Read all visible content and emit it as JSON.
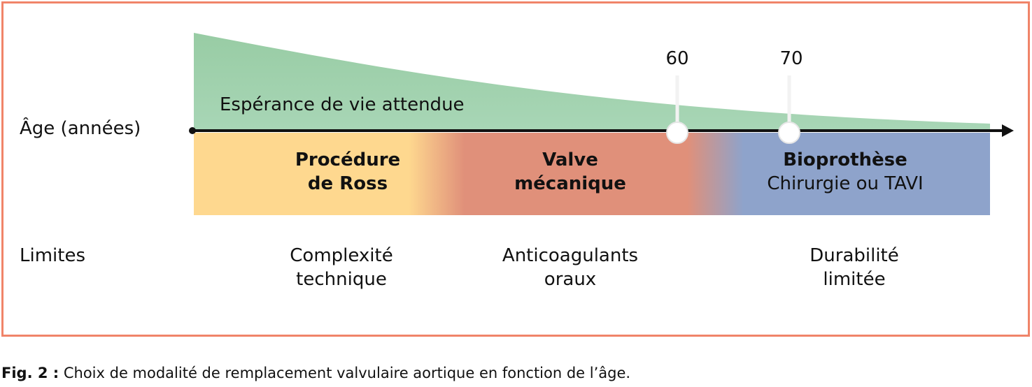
{
  "axis_label": "Âge (années)",
  "curve_label": "Espérance de vie attendue",
  "markers": [
    {
      "label": "60"
    },
    {
      "label": "70"
    }
  ],
  "zones": [
    {
      "title_line1": "Procédure",
      "title_line2": "de Ross",
      "color": "#FED88F",
      "limit_line1": "Complexité",
      "limit_line2": "technique"
    },
    {
      "title_line1": "Valve",
      "title_line2": "mécanique",
      "color": "#E0907A",
      "limit_line1": "Anticoagulants",
      "limit_line2": "oraux"
    },
    {
      "title_line1": "Bioprothèse",
      "title_line2": "Chirurgie ou TAVI",
      "color": "#8EA3CB",
      "limit_line1": "Durabilité",
      "limit_line2": "limitée"
    }
  ],
  "limits_label": "Limites",
  "caption": {
    "prefix": "Fig. 2 :",
    "text": " Choix de modalité de remplacement valvulaire aortique en fonction de l’âge."
  },
  "colors": {
    "frame": "#F08469",
    "curve": "#A3D3B1"
  }
}
